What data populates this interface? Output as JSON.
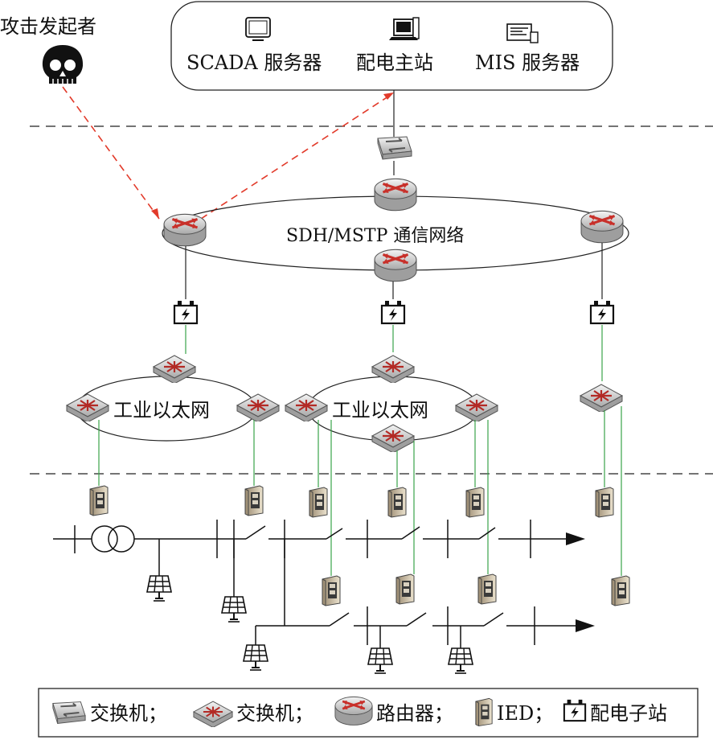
{
  "attacker": {
    "label": "攻击发起者",
    "icon": "skull-icon"
  },
  "control_center": {
    "items": [
      {
        "label": "SCADA 服务器",
        "icon": "monitor-icon"
      },
      {
        "label": "配电主站",
        "icon": "computer-icon"
      },
      {
        "label": "MIS 服务器",
        "icon": "server-icon"
      }
    ]
  },
  "backbone": {
    "label": "SDH/MSTP 通信网络"
  },
  "ethernet_rings": [
    {
      "label": "工业以太网"
    },
    {
      "label": "工业以太网"
    }
  ],
  "legend": {
    "items": [
      {
        "icon": "switch-square-icon",
        "label": "交换机；"
      },
      {
        "icon": "switch-diamond-icon",
        "label": "交换机；"
      },
      {
        "icon": "router-icon",
        "label": "路由器；"
      },
      {
        "icon": "ied-icon",
        "label": "IED；"
      },
      {
        "icon": "substation-icon",
        "label": "配电子站"
      }
    ]
  },
  "colors": {
    "attack_line": "#e23a2a",
    "ied_link": "#3aa34a",
    "router_arrow": "#c8302a",
    "device_gray": "#bdbdbd"
  }
}
